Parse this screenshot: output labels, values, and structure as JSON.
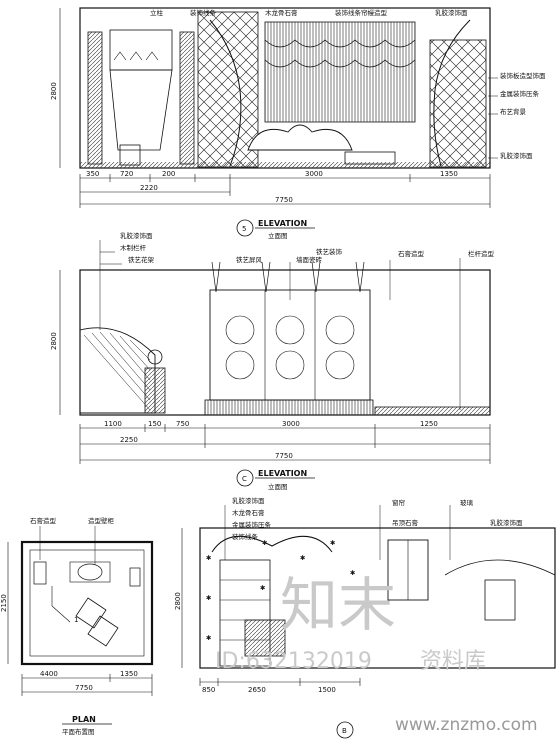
{
  "elevation_top": {
    "title": "ELEVATION",
    "subtitle": "立面图",
    "number": "5",
    "height_dim": "2800",
    "segments": [
      "350",
      "720",
      "200",
      "3000",
      "1350"
    ],
    "sub_total": "2220",
    "total": "7750",
    "labels_top": [
      "立柱",
      "装饰线条",
      "木龙骨石膏",
      "装饰线条帘幔造型",
      "乳胶漆饰面"
    ],
    "labels_right": [
      "装饰板造型饰面",
      "金属装饰压条",
      "布艺背景",
      "乳胶漆饰面"
    ]
  },
  "elevation_mid": {
    "title": "ELEVATION",
    "subtitle": "立面图",
    "number": "C",
    "height_dim": "2800",
    "segments": [
      "1100",
      "150",
      "750",
      "2250",
      "3000",
      "1250"
    ],
    "total": "7750",
    "labels": [
      "乳胶漆饰面",
      "木制栏杆",
      "铁艺花架",
      "铁艺装饰",
      "铁艺屏风",
      "墙面瓷砖",
      "石膏造型",
      "栏杆造型"
    ]
  },
  "plan": {
    "title": "PLAN",
    "subtitle": "平面布置图",
    "label_left": "石膏造型",
    "label_right": "造型壁柜",
    "height_dim": "2150",
    "segments": [
      "4400",
      "1350"
    ],
    "total": "7750",
    "tag": "1"
  },
  "elevation_bottom": {
    "number": "B",
    "height_dim": "2800",
    "segments": [
      "850",
      "2650",
      "1500"
    ],
    "labels_left": [
      "乳胶漆饰面",
      "木龙骨石膏",
      "金属装饰压条",
      "装饰线条"
    ],
    "labels_right": [
      "窗帘",
      "吊顶石膏",
      "玻璃",
      "乳胶漆饰面"
    ]
  },
  "watermark": {
    "brand": "知末",
    "id_text": "ID:632132019",
    "site": "www.znzmo.com",
    "library": "资料库"
  }
}
